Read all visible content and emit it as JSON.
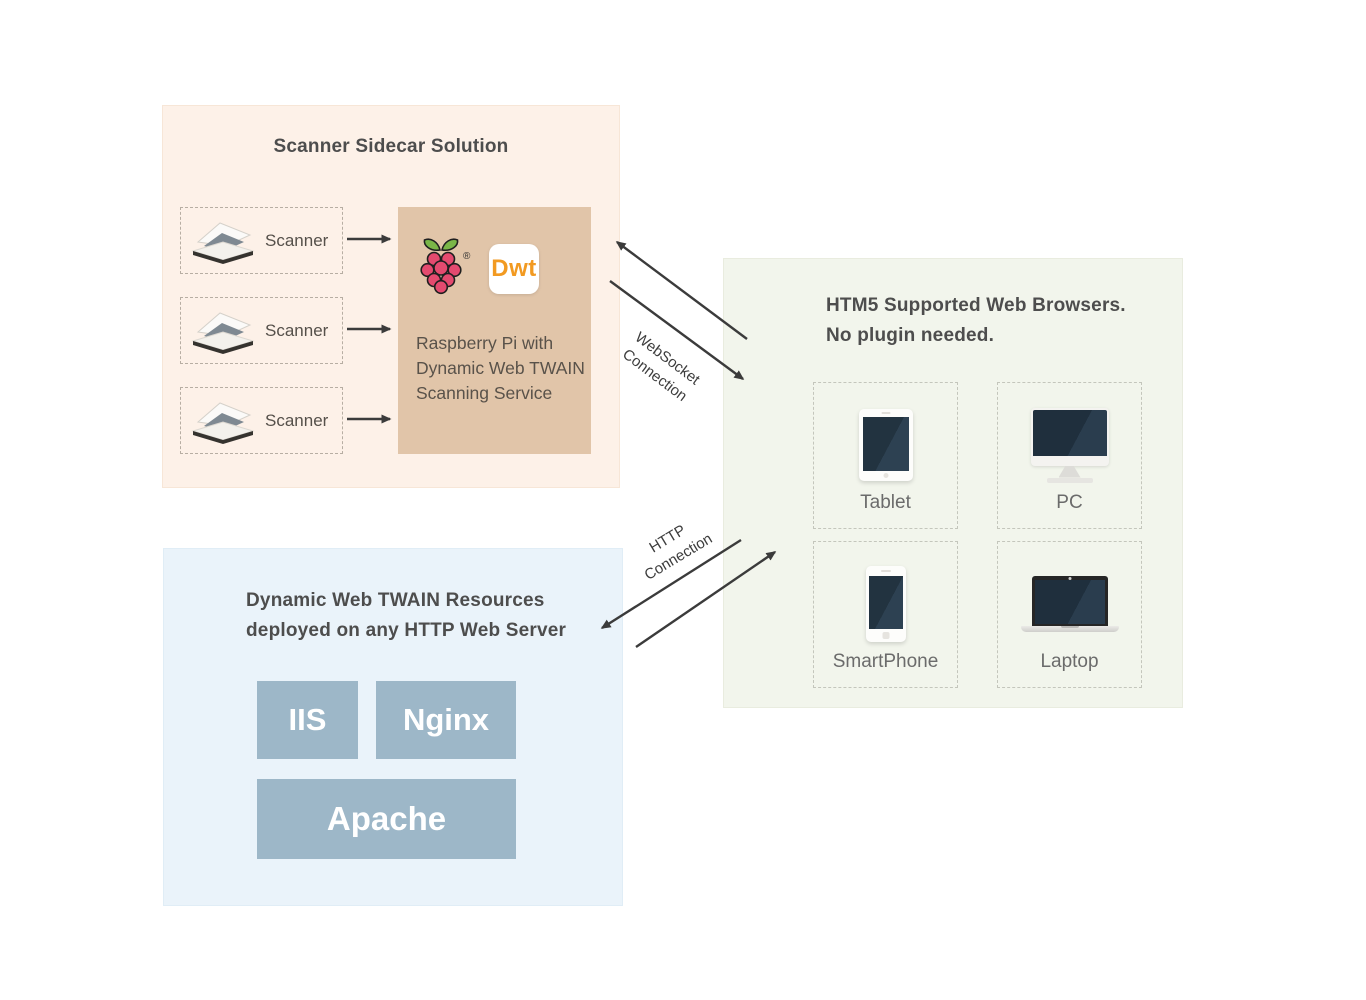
{
  "scanner_solution": {
    "title": "Scanner Sidecar Solution",
    "scanners": [
      {
        "label": "Scanner"
      },
      {
        "label": "Scanner"
      },
      {
        "label": "Scanner"
      }
    ],
    "pi_box": {
      "registered_mark": "®",
      "dwt_label": "Dwt",
      "line1": "Raspberry Pi with",
      "line2": "Dynamic Web TWAIN",
      "line3": "Scanning Service"
    }
  },
  "browsers": {
    "title_line1": "HTM5 Supported Web Browsers.",
    "title_line2": "No plugin needed.",
    "devices": [
      {
        "label": "Tablet",
        "icon": "tablet-icon"
      },
      {
        "label": "PC",
        "icon": "desktop-icon"
      },
      {
        "label": "SmartPhone",
        "icon": "smartphone-icon"
      },
      {
        "label": "Laptop",
        "icon": "laptop-icon"
      }
    ]
  },
  "web_server": {
    "title_line1": "Dynamic Web TWAIN Resources",
    "title_line2": "deployed on any HTTP Web Server",
    "servers": [
      {
        "label": "IIS"
      },
      {
        "label": "Nginx"
      },
      {
        "label": "Apache"
      }
    ]
  },
  "connections": {
    "websocket": {
      "line1": "WebSocket",
      "line2": "Connection"
    },
    "http": {
      "line1": "HTTP",
      "line2": "Connection"
    }
  },
  "colors": {
    "scanner_panel_bg": "#fdf1e8",
    "pi_box_bg": "#e1c5a9",
    "browsers_panel_bg": "#f2f5ec",
    "server_panel_bg": "#eaf3fa",
    "server_button_bg": "#9db7c8",
    "dwt_orange": "#f29a21",
    "raspberry_pink": "#e44a6f",
    "leaf_green": "#7ab648",
    "device_screen_navy": "#223340",
    "arrow_color": "#3b3b3b"
  }
}
